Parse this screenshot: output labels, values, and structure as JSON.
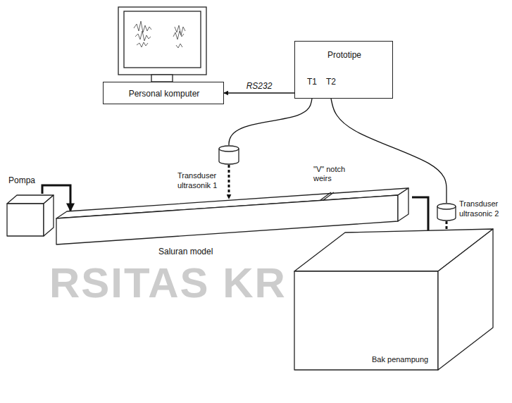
{
  "diagram": {
    "nodes": [
      {
        "text": [
          "Personal komputer"
        ]
      },
      {
        "text": [
          "Prototipe",
          "T1",
          "T2"
        ]
      },
      {
        "text": [
          "Pompa"
        ]
      },
      {
        "text": [
          "Transduser ultrasonik 1"
        ]
      },
      {
        "text": [
          "Saluran model"
        ]
      },
      {
        "text": [
          "Transduser ultrasonic 2"
        ]
      },
      {
        "text": [
          "Bak penampung"
        ]
      }
    ],
    "edges": [
      {
        "from": 1,
        "to": 0,
        "label": "RS232",
        "arrow": "to"
      },
      {
        "from": 1,
        "to": 3,
        "arrow": "none"
      },
      {
        "from": 1,
        "to": 5,
        "arrow": "none"
      },
      {
        "from": 2,
        "to": 4,
        "arrow": "to"
      },
      {
        "from": 4,
        "to": 6,
        "arrow": "to"
      },
      {
        "from": 3,
        "to": 4,
        "arrow": "to"
      },
      {
        "from": 5,
        "to": 6,
        "arrow": "to"
      }
    ],
    "labels": [
      "\"V\" notch weirs",
      "RSITAS KR"
    ]
  }
}
